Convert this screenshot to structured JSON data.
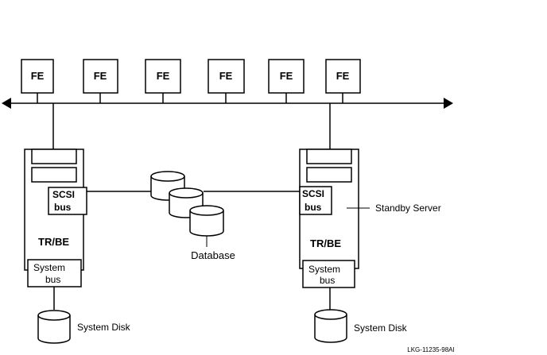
{
  "fe_nodes": [
    "FE",
    "FE",
    "FE",
    "FE",
    "FE",
    "FE"
  ],
  "left_server": {
    "scsi_line1": "SCSI",
    "scsi_line2": "bus",
    "name": "TR/BE",
    "system_line1": "System",
    "system_line2": "bus",
    "disk_label": "System Disk"
  },
  "right_server": {
    "scsi_line1": "SCSI",
    "scsi_line2": "bus",
    "name": "TR/BE",
    "system_line1": "System",
    "system_line2": "bus",
    "disk_label": "System Disk",
    "callout": "Standby Server"
  },
  "database_label": "Database",
  "figure_id": "LKG-11235-98AI"
}
